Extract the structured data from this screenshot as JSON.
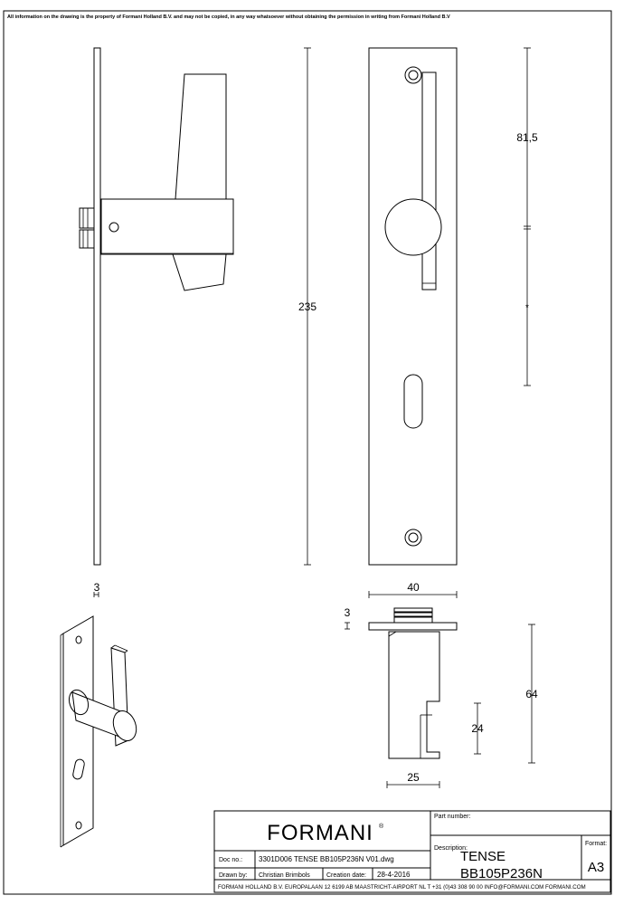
{
  "notice": "All information on the drawing is the property of Formani Holland B.V. and may not be copied, in any way whatsoever without obtaining the permission in writing from Formani Holland B.V",
  "dimensions": {
    "height_total": "235",
    "upper": "81,5",
    "star": "*",
    "plate_width": "40",
    "plate_thickness_side": "3",
    "plate_thickness_top": "3",
    "projection": "64",
    "rose_height": "24",
    "rose_width": "25"
  },
  "title_block": {
    "brand": "FORMANI",
    "registered": "®",
    "part_number_label": "Part number:",
    "description_label": "Description:",
    "description_line1": "TENSE",
    "description_line2": "BB105P236N",
    "format_label": "Format:",
    "format_value": "A3",
    "doc_no_label": "Doc no.:",
    "doc_no_value": "3301D006 TENSE BB105P236N V01.dwg",
    "drawn_by_label": "Drawn by:",
    "drawn_by_value": "Christian Brimbols",
    "creation_date_label": "Creation date:",
    "creation_date_value": "28-4-2016",
    "footer": "FORMANI HOLLAND B.V.  EUROPALAAN 12  6199 AB MAASTRICHT-AIRPORT NL  T +31 (0)43 308 90 00 INFO@FORMANI.COM FORMANI.COM"
  }
}
